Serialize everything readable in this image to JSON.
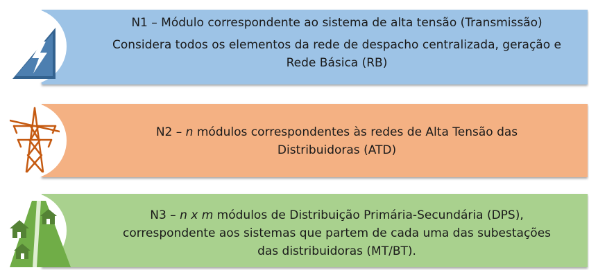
{
  "levels": [
    {
      "line1": "N1 – Módulo correspondente ao sistema de alta tensão (Transmissão)",
      "line2": "Considera todos os elementos da rede de despacho centralizada, geração e",
      "line3": "Rede Básica (RB)",
      "color": "#9dc3e6",
      "icon": "high-voltage-sign-icon"
    },
    {
      "prefix": "N2 – ",
      "italic": "n",
      "line1_rest": " módulos correspondentes às redes de Alta Tensão das",
      "line2": "Distribuidoras (ATD)",
      "color": "#f4b183",
      "icon": "transmission-tower-icon"
    },
    {
      "prefix": "N3 – ",
      "italic": "n x m",
      "line1_rest": " módulos de Distribuição Primária-Secundária (DPS),",
      "line2": "correspondente aos sistemas que partem de cada uma das subestações",
      "line3": "das distribuidoras (MT/BT).",
      "color": "#a9d18e",
      "icon": "houses-road-icon"
    }
  ]
}
